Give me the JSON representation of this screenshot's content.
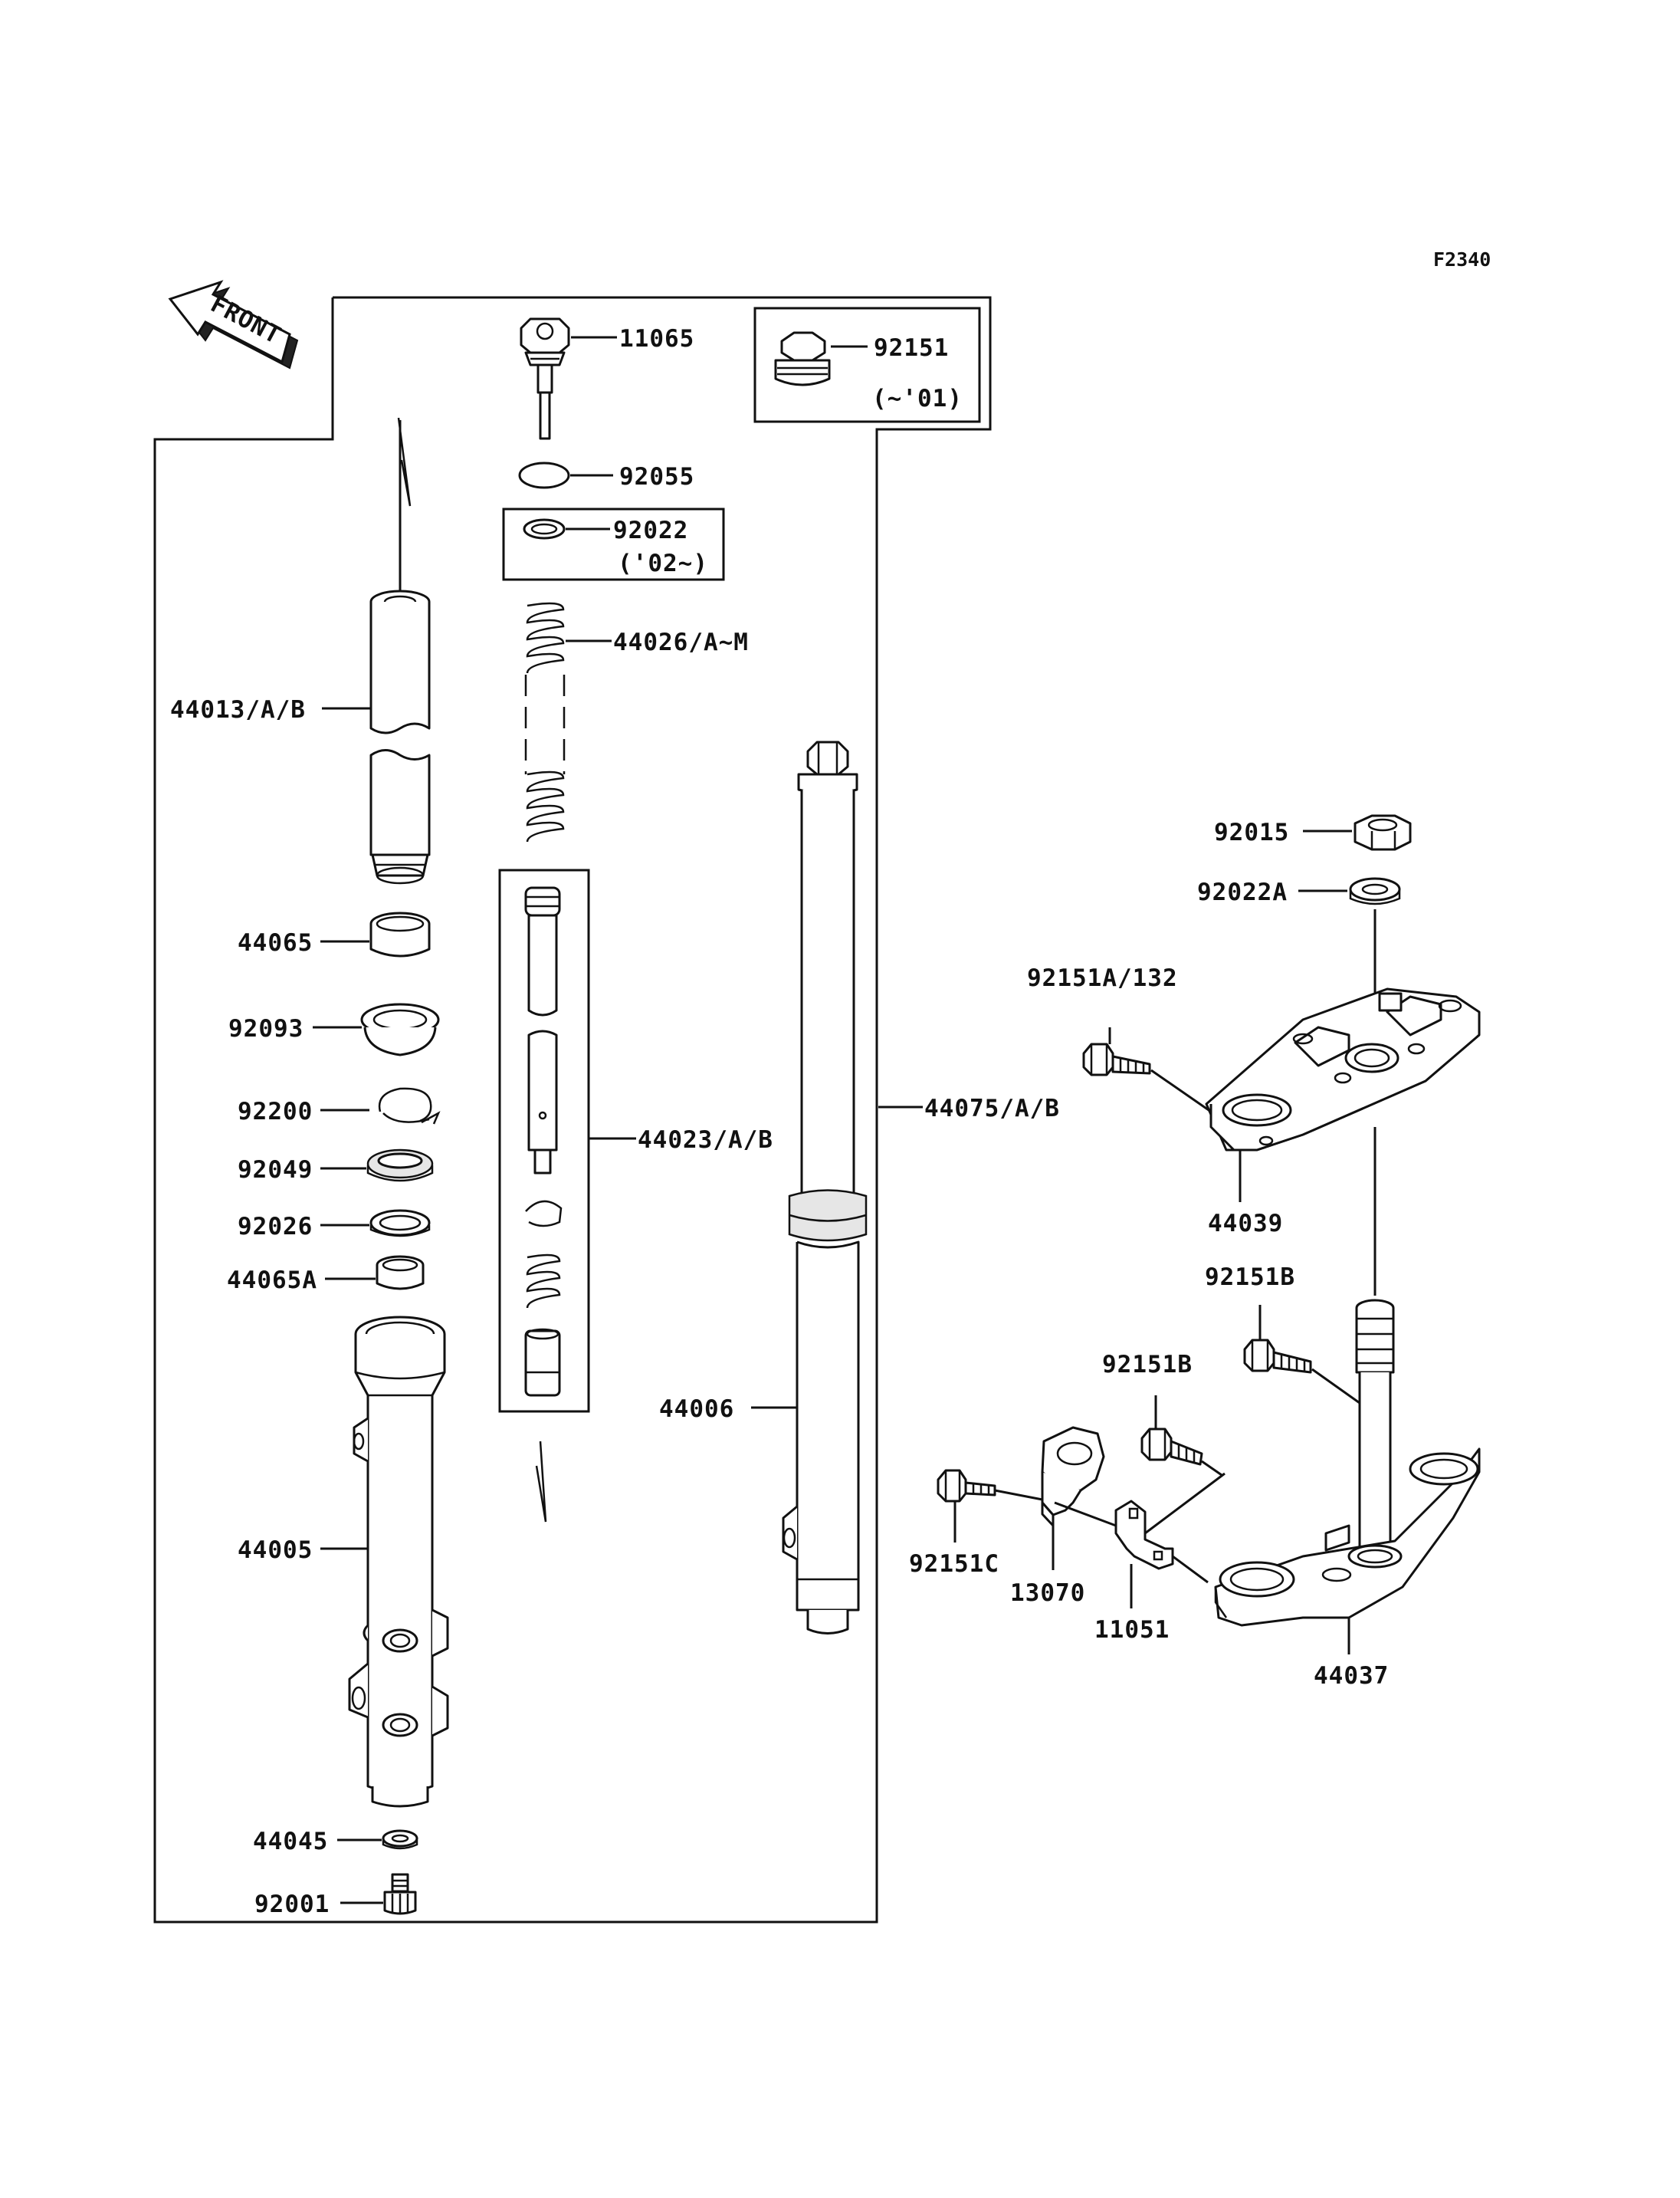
{
  "diagram_code": "F2340",
  "front_arrow_text": "FRONT",
  "labels": {
    "p11065": "11065",
    "p92151": "92151",
    "p92151_note": "(~'01)",
    "p92055": "92055",
    "p92022": "92022",
    "p92022_note": "('02~)",
    "p44026": "44026/A~M",
    "p44013": "44013/A/B",
    "p44065": "44065",
    "p92093": "92093",
    "p92200": "92200",
    "p92049": "92049",
    "p92026": "92026",
    "p44065A": "44065A",
    "p44023": "44023/A/B",
    "p44075": "44075/A/B",
    "p44006": "44006",
    "p44005": "44005",
    "p44045": "44045",
    "p92001": "92001",
    "p92015": "92015",
    "p92022A": "92022A",
    "p92151A": "92151A/132",
    "p44039": "44039",
    "p92151B_1": "92151B",
    "p92151B_2": "92151B",
    "p92151C": "92151C",
    "p13070": "13070",
    "p11051": "11051",
    "p44037": "44037"
  }
}
